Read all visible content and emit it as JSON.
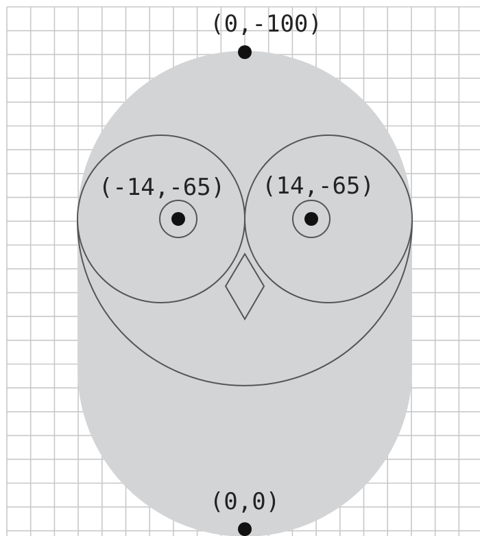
{
  "labels": {
    "top": "(0,-100)",
    "left_eye": "(-14,-65)",
    "right_eye": "(14,-65)",
    "bottom": "(0,0)"
  },
  "colors": {
    "background": "#ffffff",
    "grid": "#c8c8c8",
    "body_fill": "#d3d4d6",
    "outline": "#555555",
    "dot": "#111111",
    "text": "#222222"
  }
}
